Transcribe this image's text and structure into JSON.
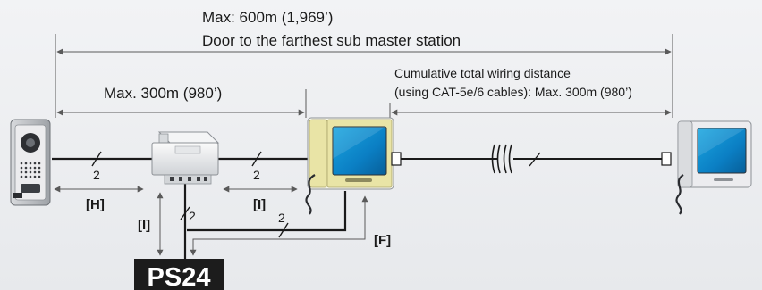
{
  "dimensions": {
    "max_total": "Max: 600m (1,969’)",
    "max_total_desc": "Door to the farthest sub master station",
    "max_300": "Max. 300m (980’)",
    "cumulative_line1": "Cumulative total wiring distance",
    "cumulative_line2": "(using CAT-5e/6 cables): Max. 300m (980’)"
  },
  "segments": {
    "H": "[H]",
    "I_left": "[I]",
    "I_right": "[I]",
    "F": "[F]"
  },
  "wire_counts": {
    "door_to_adaptor": "2",
    "adaptor_to_master": "2",
    "adaptor_to_power": "2",
    "master_to_power": "2"
  },
  "power_supply": {
    "label": "PS24"
  },
  "colors": {
    "wire": "#1a1a1a",
    "dimension_line": "#5a5a5a",
    "master_bezel": "#e9e4a6",
    "power_box": "#1c1c1c"
  },
  "icons": {
    "door_station": "door-station-icon",
    "adaptor": "adaptor-icon",
    "master_station": "master-station-icon",
    "sub_master_station": "sub-master-station-icon"
  }
}
